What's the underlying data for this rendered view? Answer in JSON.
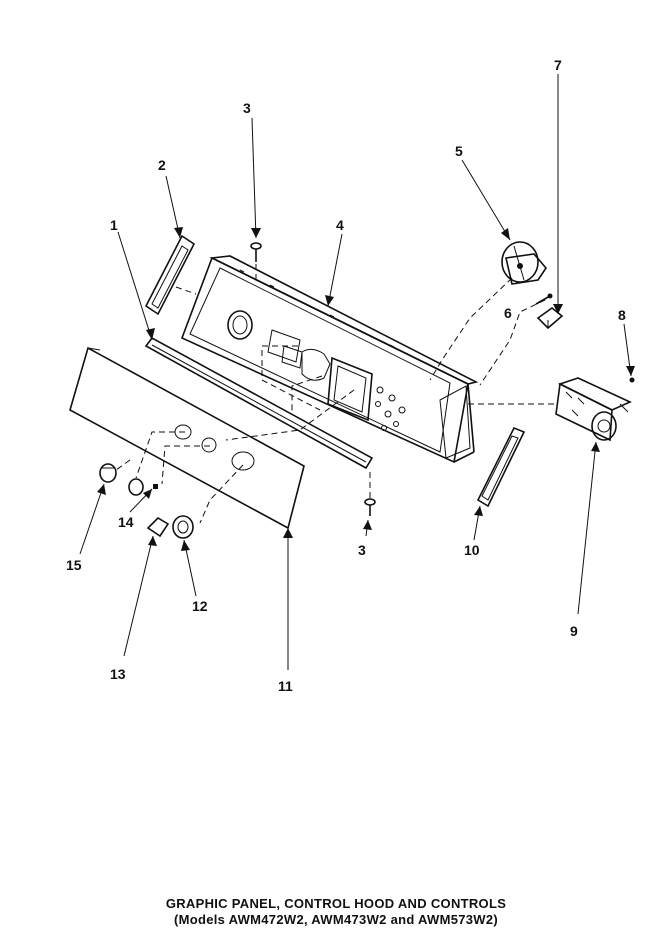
{
  "callouts": {
    "c1": "1",
    "c2": "2",
    "c3a": "3",
    "c3b": "3",
    "c4": "4",
    "c5": "5",
    "c6": "6",
    "c7": "7",
    "c8": "8",
    "c9": "9",
    "c10": "10",
    "c11": "11",
    "c12": "12",
    "c13": "13",
    "c14": "14",
    "c15": "15"
  },
  "caption": {
    "line1": "GRAPHIC PANEL, CONTROL HOOD AND CONTROLS",
    "line2": "(Models AWM472W2, AWM473W2 and AWM573W2)"
  }
}
